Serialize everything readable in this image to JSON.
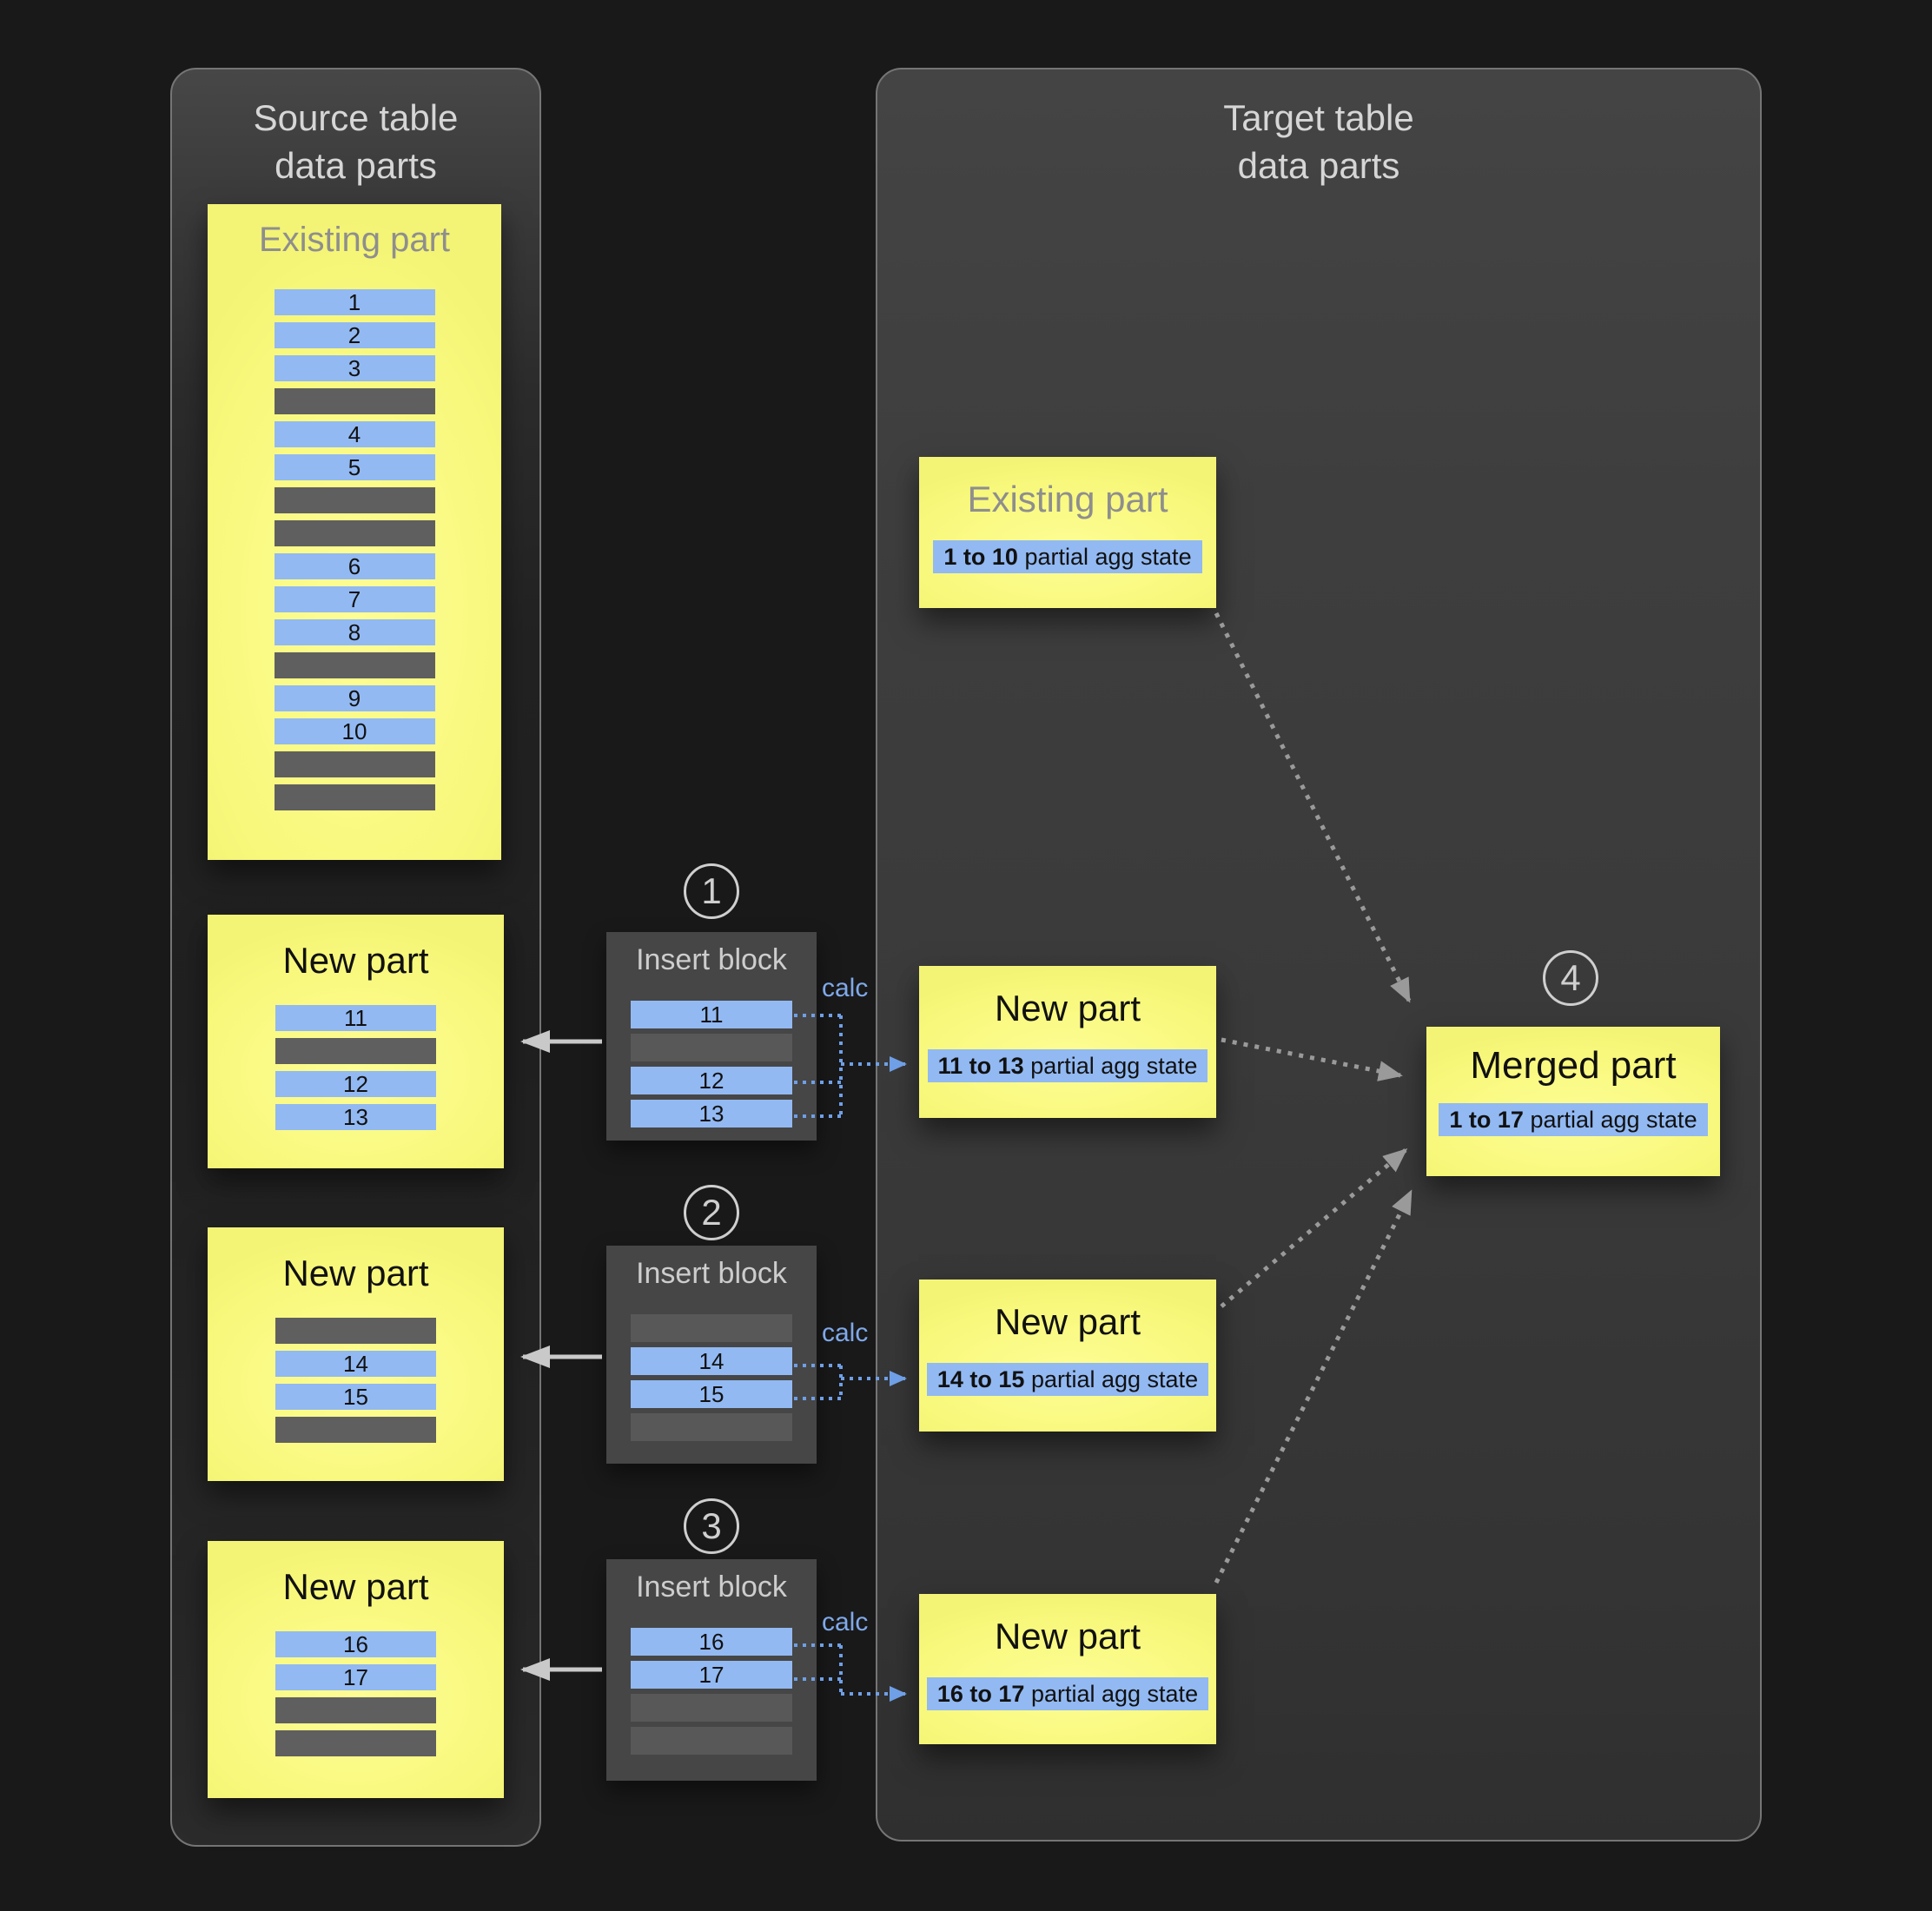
{
  "colors": {
    "bg": "#191919",
    "panel-border": "#757575",
    "panel-title": "#d6d6d6",
    "yellow": "#f8f87c",
    "yellow-hi": "#fdfd95",
    "muted": "#8e8e8e",
    "blue": "#92b9f2",
    "gray-row": "#5f5f5f",
    "ib-bg": "#464646",
    "ib-row": "#585858",
    "ib-title": "#cdcdcd",
    "calc": "#7fa9ea",
    "arrow": "#c9c9c9",
    "dotgray": "#9a9a9a",
    "dotblue": "#6f9fe6",
    "badge": "#cfcfcf",
    "ink": "#111111"
  },
  "source_panel": {
    "title_line1": "Source table",
    "title_line2": "data parts",
    "existing_part": {
      "title": "Existing part",
      "rows": [
        "1",
        "2",
        "3",
        "",
        "4",
        "5",
        "",
        "",
        "6",
        "7",
        "8",
        "",
        "9",
        "10",
        "",
        ""
      ]
    },
    "new_parts": [
      {
        "title": "New part",
        "rows": [
          "11",
          "",
          "12",
          "13"
        ]
      },
      {
        "title": "New part",
        "rows": [
          "",
          "14",
          "15",
          ""
        ]
      },
      {
        "title": "New part",
        "rows": [
          "16",
          "17",
          "",
          ""
        ]
      }
    ]
  },
  "insert_blocks": [
    {
      "badge": "1",
      "title": "Insert block",
      "calc_label": "calc",
      "rows": [
        "11",
        "",
        "12",
        "13"
      ]
    },
    {
      "badge": "2",
      "title": "Insert block",
      "calc_label": "calc",
      "rows": [
        "",
        "14",
        "15",
        ""
      ]
    },
    {
      "badge": "3",
      "title": "Insert block",
      "calc_label": "calc",
      "rows": [
        "16",
        "17",
        "",
        ""
      ]
    }
  ],
  "target_panel": {
    "title_line1": "Target table",
    "title_line2": "data parts",
    "existing_part": {
      "title": "Existing part",
      "range": "1 to 10",
      "suffix": " partial agg state"
    },
    "new_parts": [
      {
        "title": "New part",
        "range": "11 to 13",
        "suffix": " partial agg state"
      },
      {
        "title": "New part",
        "range": "14 to 15",
        "suffix": " partial agg state"
      },
      {
        "title": "New part",
        "range": "16 to 17",
        "suffix": " partial agg state"
      }
    ],
    "merged_part": {
      "badge": "4",
      "title": "Merged part",
      "range": "1 to 17",
      "suffix": " partial agg state"
    }
  }
}
